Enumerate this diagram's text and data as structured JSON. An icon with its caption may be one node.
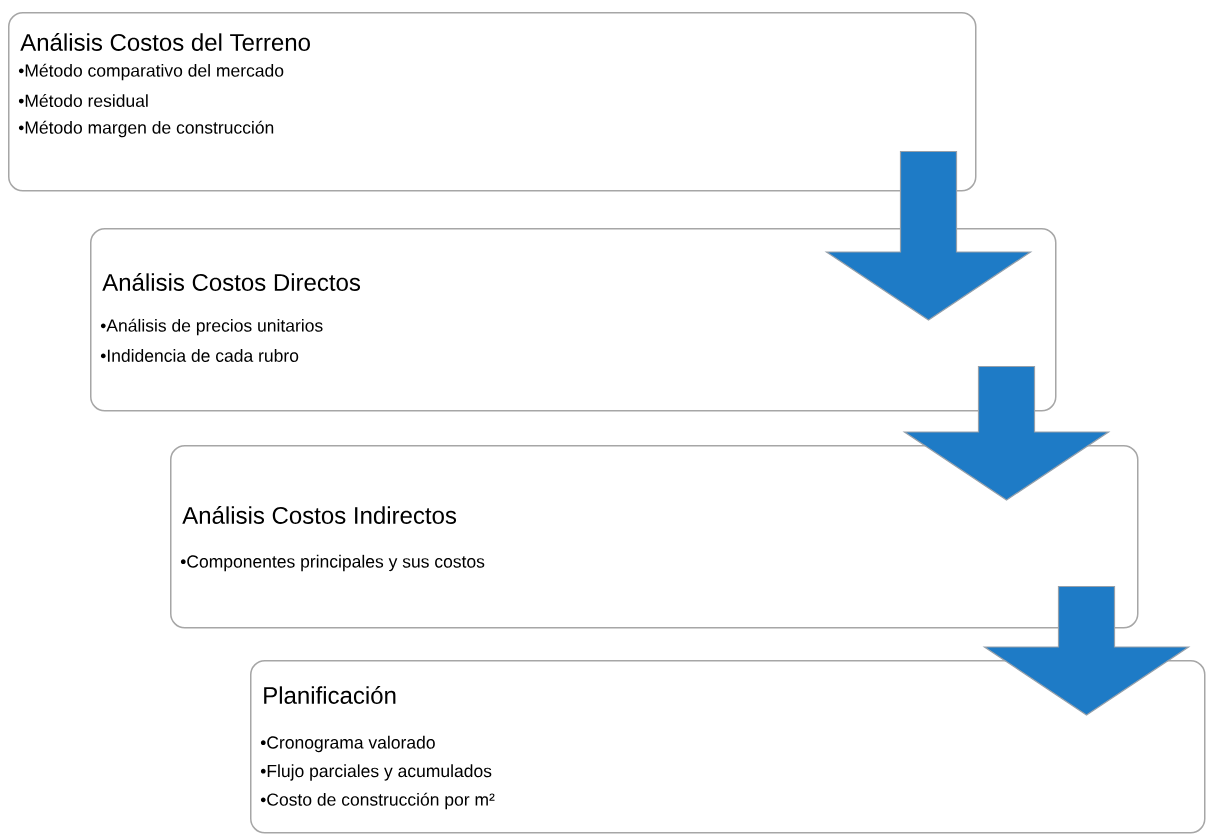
{
  "diagram": {
    "nodes": [
      {
        "text": [
          "Análisis Costos del Terreno",
          "•Método comparativo del mercado",
          "•Método residual",
          "•Método margen de construcción"
        ]
      },
      {
        "text": [
          "Análisis Costos Directos",
          "•Análisis de precios unitarios",
          "•Indidencia de cada rubro"
        ]
      },
      {
        "text": [
          "Análisis Costos Indirectos",
          "•Componentes principales y sus costos"
        ]
      },
      {
        "text": [
          "Planificación",
          "•Cronograma valorado",
          "•Flujo parciales y acumulados",
          "•Costo de construcción por m²"
        ]
      }
    ],
    "edges": [
      {
        "from": 0,
        "to": 1,
        "arrow": "to"
      },
      {
        "from": 1,
        "to": 2,
        "arrow": "to"
      },
      {
        "from": 2,
        "to": 3,
        "arrow": "to"
      }
    ]
  }
}
